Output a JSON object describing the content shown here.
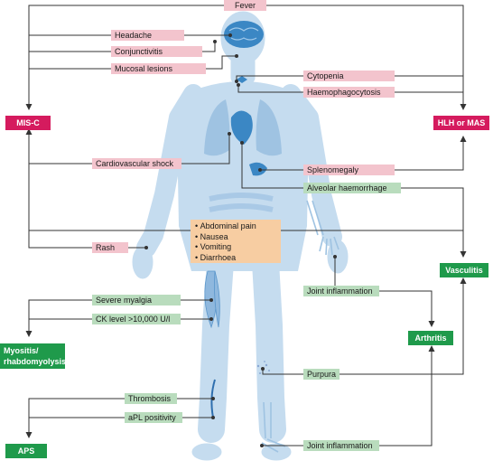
{
  "manifestations": {
    "fever": "Fever",
    "headache": "Headache",
    "conjunctivitis": "Conjunctivitis",
    "mucosal_lesions": "Mucosal lesions",
    "cytopenia": "Cytopenia",
    "haemophagocytosis": "Haemophagocytosis",
    "cardiovascular_shock": "Cardiovascular shock",
    "splenomegaly": "Splenomegaly",
    "alveolar_haemorrhage": "Alveolar haemorrhage",
    "gi_items": [
      "Abdominal pain",
      "Nausea",
      "Vomiting",
      "Diarrhoea"
    ],
    "rash": "Rash",
    "joint_inflammation_upper": "Joint inflammation",
    "severe_myalgia": "Severe myalgia",
    "ck_level": "CK level >10,000 U/l",
    "purpura": "Purpura",
    "thrombosis": "Thrombosis",
    "apl_positivity": "aPL positivity",
    "joint_inflammation_lower": "Joint inflammation"
  },
  "outcomes": {
    "mis_c": "MIS-C",
    "hlh_mas": "HLH or MAS",
    "vasculitis": "Vasculitis",
    "arthritis": "Arthritis",
    "myositis": "Myositis/ rhabdomyolysis",
    "aps": "APS"
  },
  "colors": {
    "body": "#c5dcef",
    "organ": "#3b87c4",
    "pink_label": "#f3c4cd",
    "green_label": "#b9dcbd",
    "outcome_magenta": "#d51b5e",
    "outcome_green": "#1f9a4b",
    "gi_box": "#f7cda2"
  }
}
